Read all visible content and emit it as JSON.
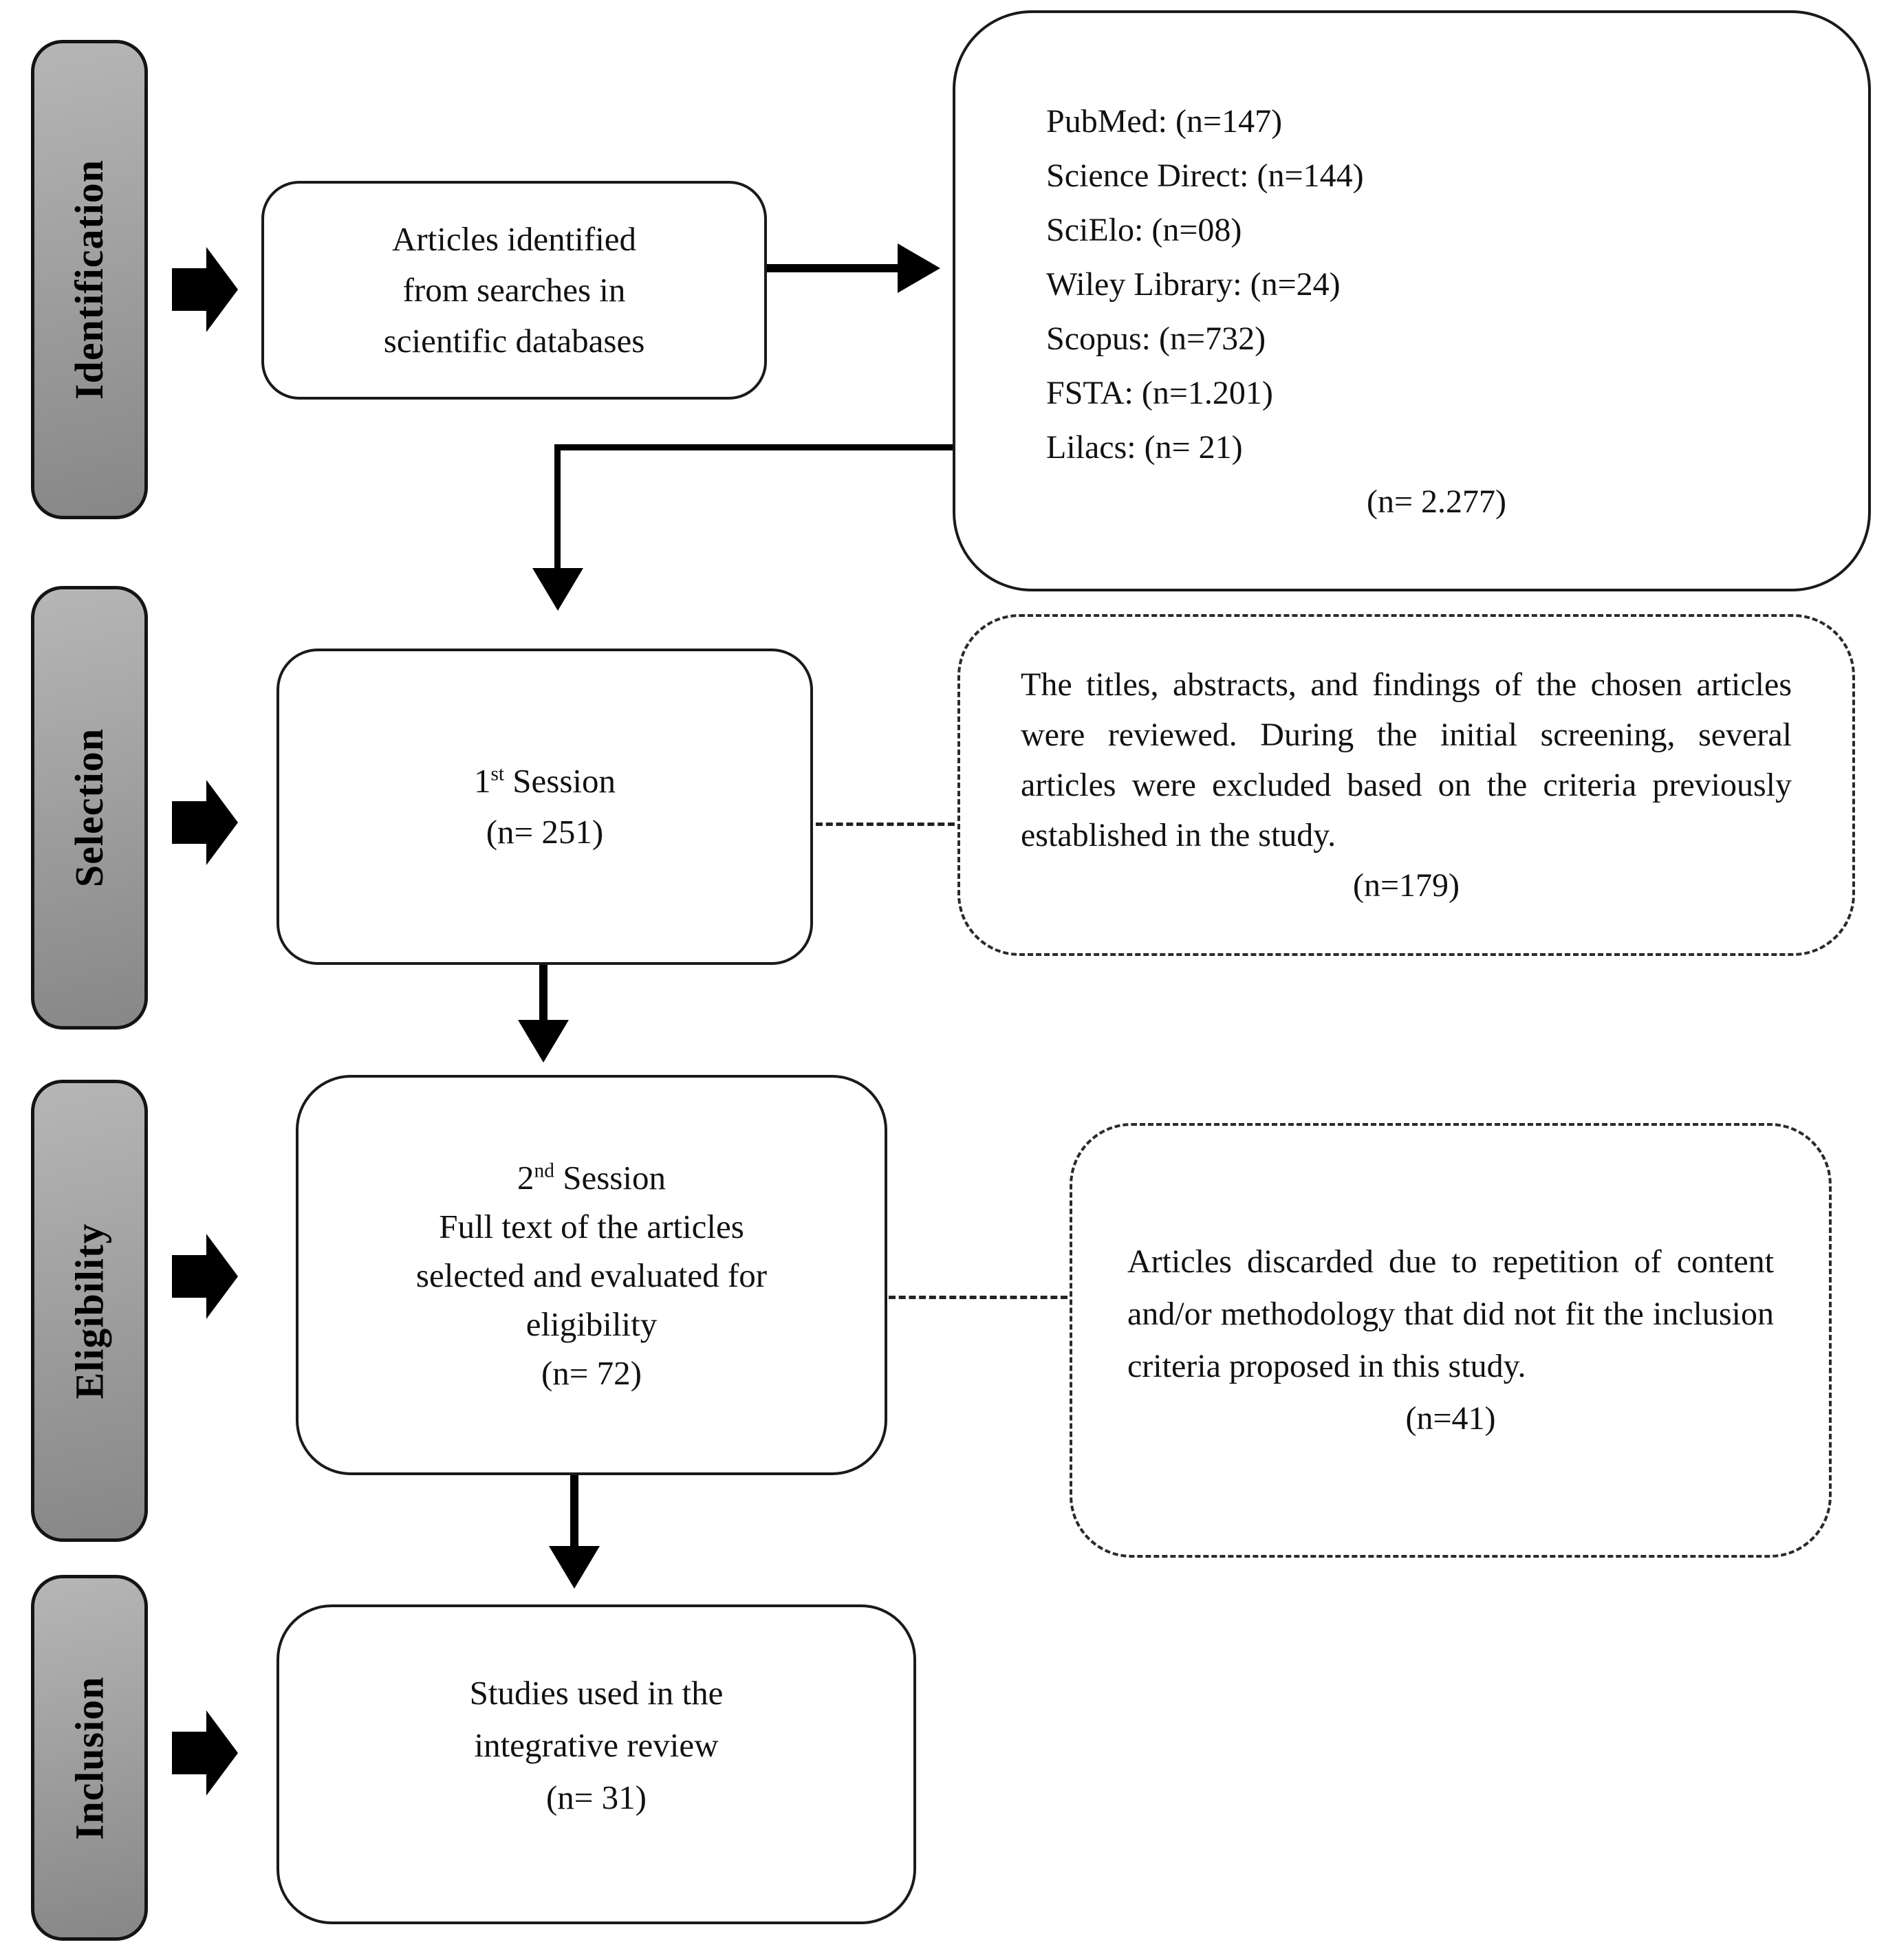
{
  "diagram": {
    "stages": [
      {
        "label": "Identification"
      },
      {
        "label": "Selection"
      },
      {
        "label": "Eligibility"
      },
      {
        "label": "Inclusion"
      }
    ],
    "identified_box": {
      "lines": [
        "Articles identified",
        "from searches in",
        "scientific databases"
      ]
    },
    "databases_box": {
      "entries": [
        "PubMed: (n=147)",
        "Science Direct: (n=144)",
        "SciElo: (n=08)",
        "Wiley Library: (n=24)",
        "Scopus: (n=732)",
        "FSTA: (n=1.201)",
        "Lilacs: (n= 21)"
      ],
      "total": "(n= 2.277)"
    },
    "session1_box": {
      "number": "1",
      "ordinal": "st",
      "label": "Session",
      "count": "(n= 251)"
    },
    "screening_note_box": {
      "text": "The titles, abstracts, and findings of the chosen articles were reviewed. During the initial screening, several articles were excluded based on the criteria previously established in the study.",
      "count": "(n=179)"
    },
    "session2_box": {
      "number": "2",
      "ordinal": "nd",
      "label": "Session",
      "lines": [
        "Full text of the articles",
        "selected and evaluated for",
        "eligibility"
      ],
      "count": "(n= 72)"
    },
    "discarded_note_box": {
      "text": "Articles discarded due to repetition of content and/or methodology that did not fit the inclusion criteria proposed in this study.",
      "count": "(n=41)"
    },
    "included_box": {
      "lines": [
        "Studies used in the",
        "integrative review",
        "(n= 31)"
      ]
    }
  }
}
